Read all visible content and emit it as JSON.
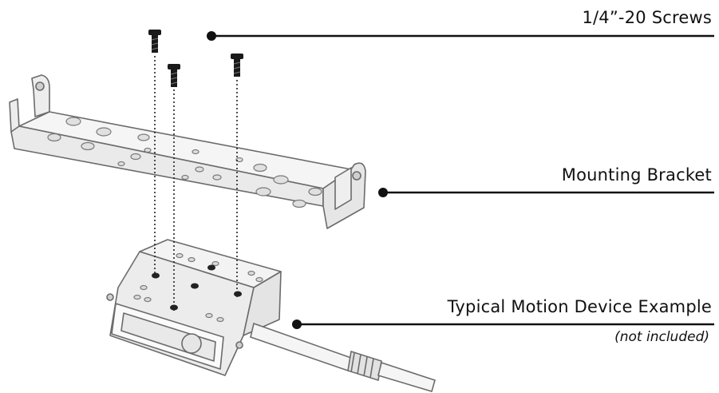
{
  "callouts": {
    "screws": {
      "label": "1/4”-20 Screws"
    },
    "bracket": {
      "label": "Mounting Bracket"
    },
    "device": {
      "label": "Typical Motion Device Example",
      "note": "(not included)"
    }
  },
  "colors": {
    "line": "#111111",
    "part_stroke": "#6b6b6b",
    "part_fill": "#f4f4f4",
    "hole": "#e2e2e2",
    "screw": "#1a1a1a"
  }
}
